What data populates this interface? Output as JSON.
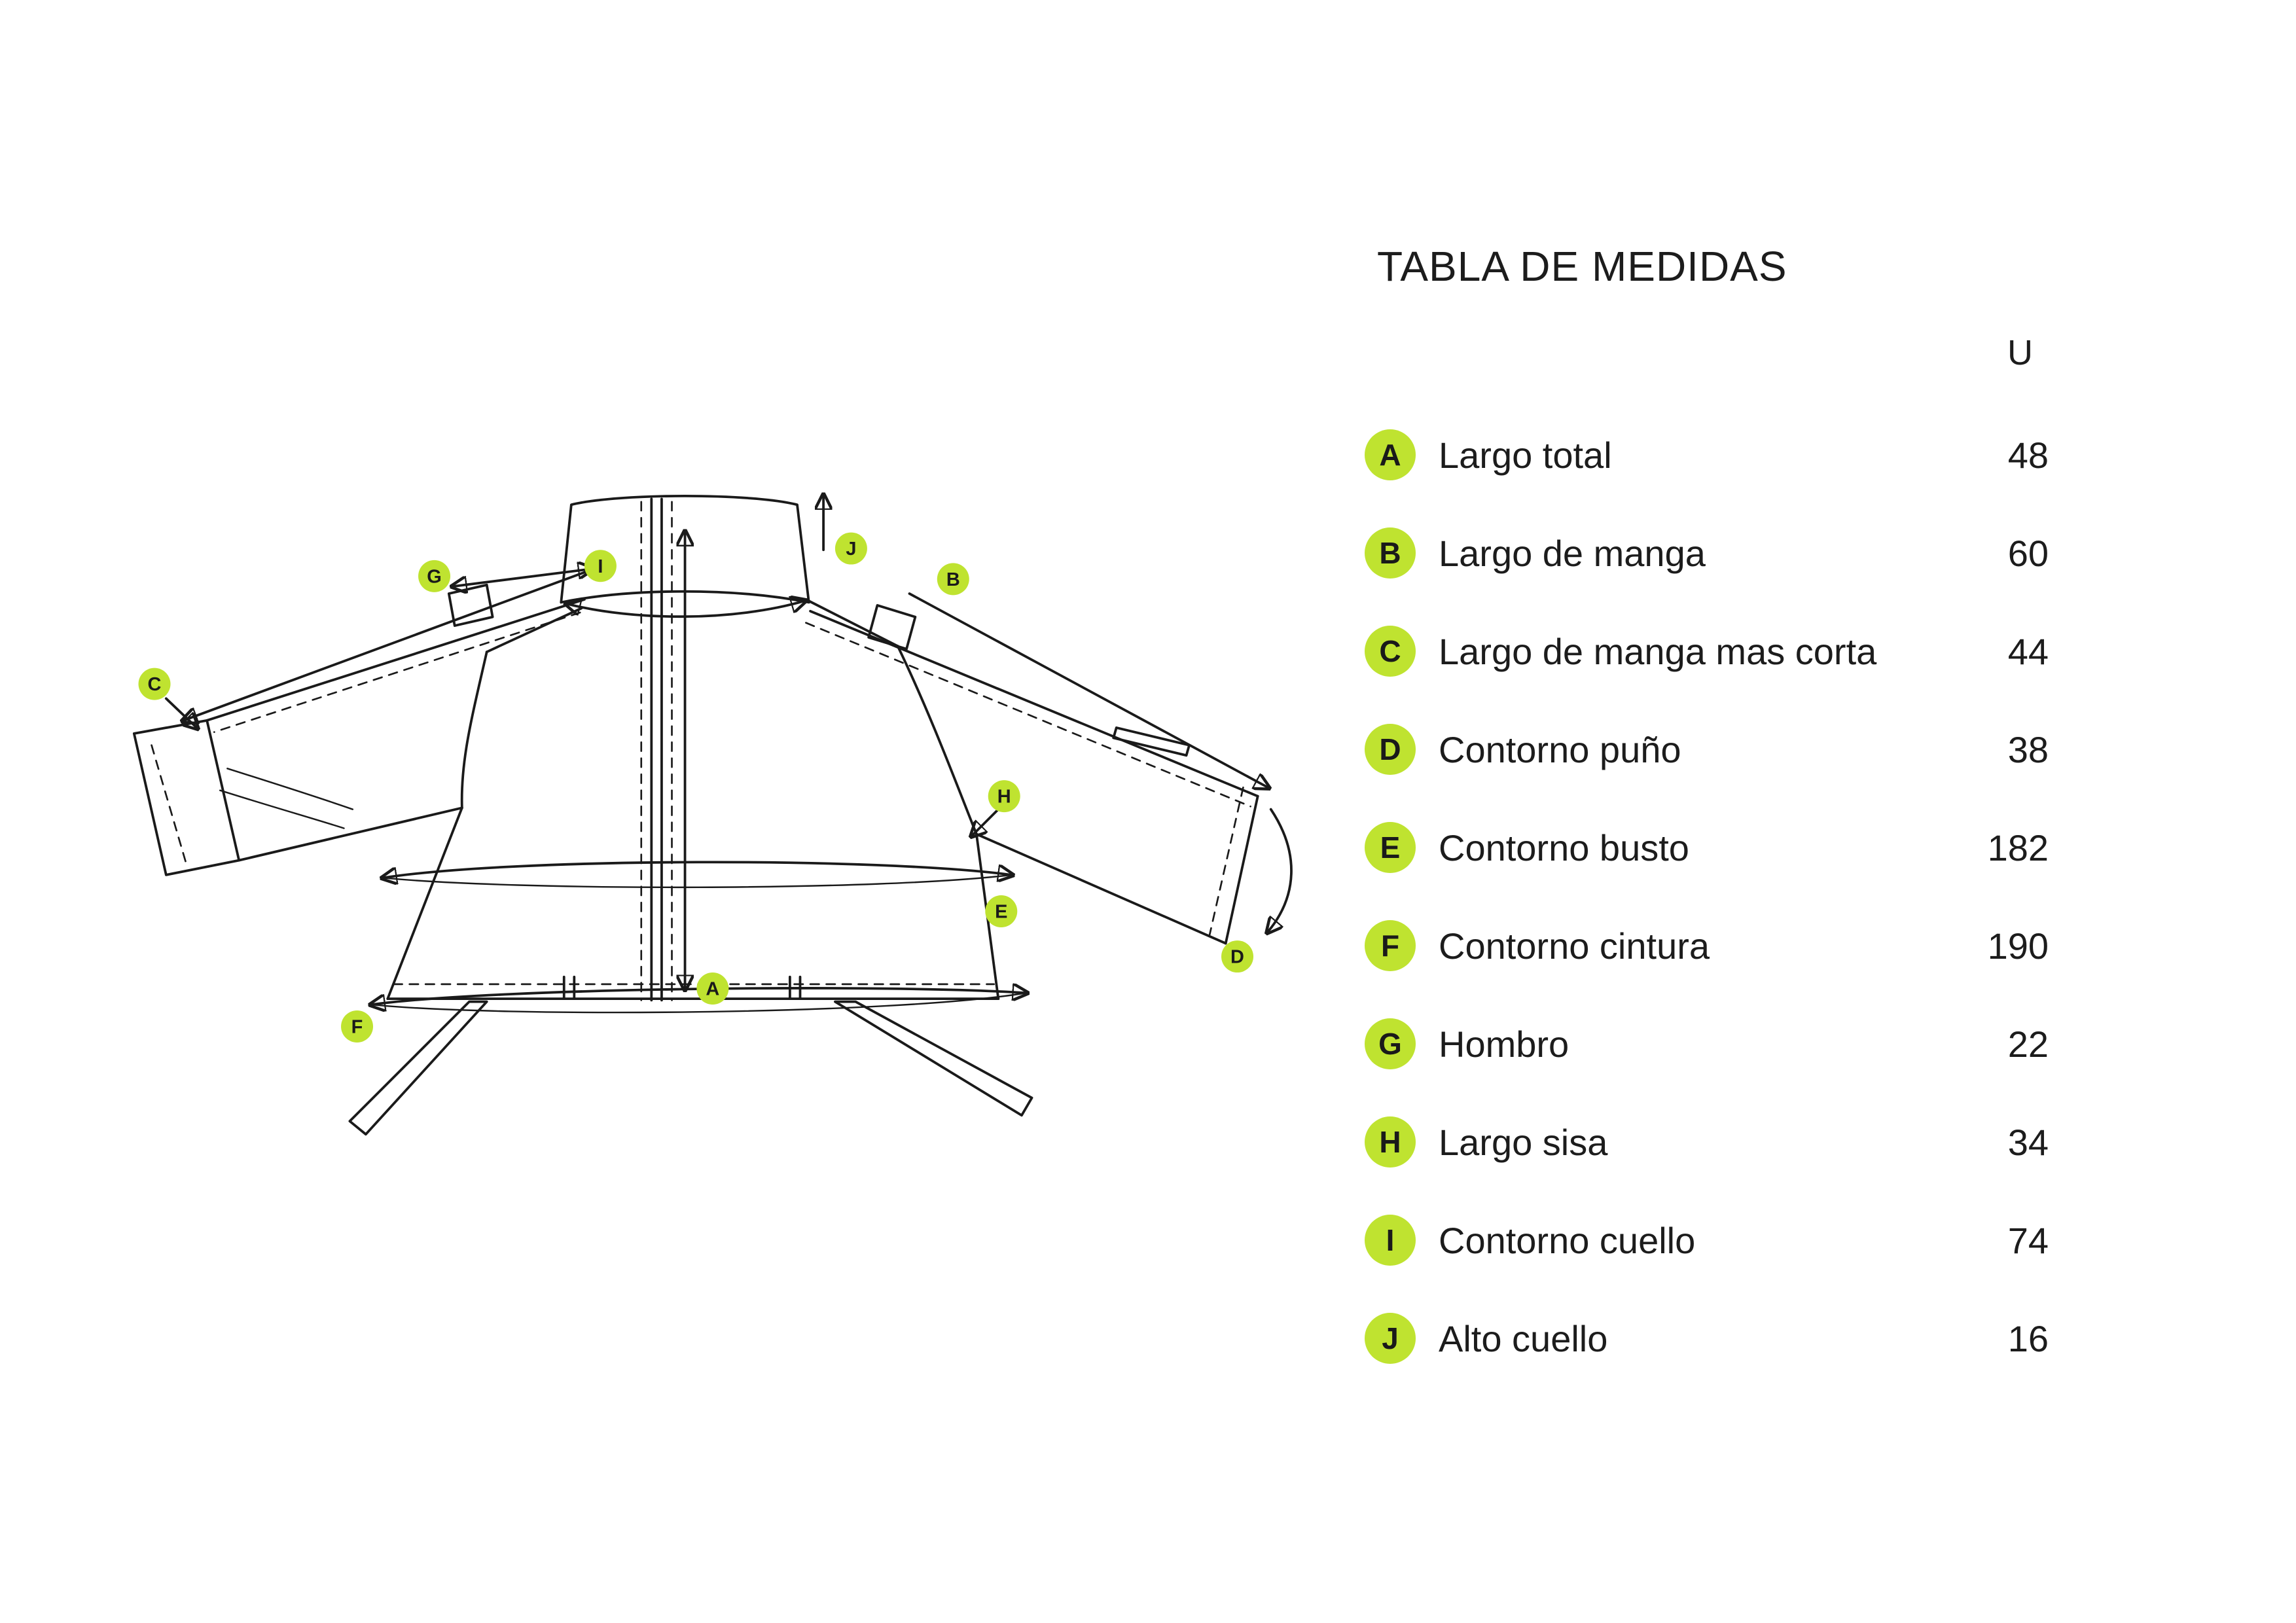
{
  "title": "TABLA DE MEDIDAS",
  "unit_header": "U",
  "colors": {
    "marker": "#bfe330",
    "ink": "#1a1a1a",
    "background": "#ffffff"
  },
  "rows": [
    {
      "letter": "A",
      "label": "Largo total",
      "value": "48"
    },
    {
      "letter": "B",
      "label": "Largo de manga",
      "value": "60"
    },
    {
      "letter": "C",
      "label": "Largo de manga mas corta",
      "value": "44"
    },
    {
      "letter": "D",
      "label": "Contorno puño",
      "value": "38"
    },
    {
      "letter": "E",
      "label": "Contorno busto",
      "value": "182"
    },
    {
      "letter": "F",
      "label": "Contorno cintura",
      "value": "190"
    },
    {
      "letter": "G",
      "label": "Hombro",
      "value": "22"
    },
    {
      "letter": "H",
      "label": "Largo sisa",
      "value": "34"
    },
    {
      "letter": "I",
      "label": "Contorno cuello",
      "value": "74"
    },
    {
      "letter": "J",
      "label": "Alto cuello",
      "value": "16"
    }
  ],
  "diagram": {
    "markers": [
      {
        "letter": "C"
      },
      {
        "letter": "G"
      },
      {
        "letter": "I"
      },
      {
        "letter": "J"
      },
      {
        "letter": "B"
      },
      {
        "letter": "H"
      },
      {
        "letter": "E"
      },
      {
        "letter": "D"
      },
      {
        "letter": "A"
      },
      {
        "letter": "F"
      }
    ]
  }
}
